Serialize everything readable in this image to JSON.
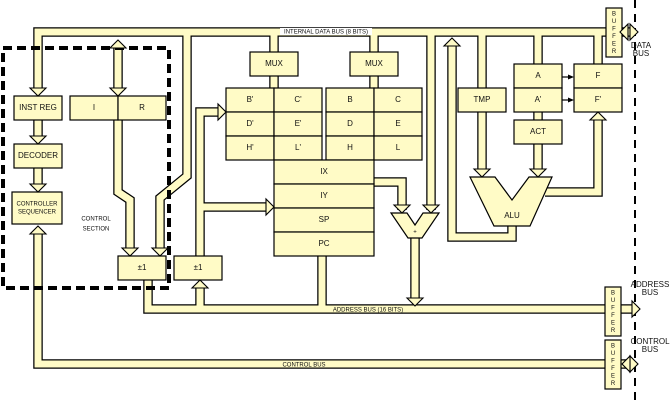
{
  "colors": {
    "fill": "#fffbc6",
    "line": "#000000"
  },
  "buses": {
    "internal_data_bus": "INTERNAL DATA BUS (8 BITS)",
    "address_bus": "ADDRESS BUS (16 BITS)",
    "control_bus": "CONTROL BUS"
  },
  "external": {
    "data_bus": [
      "DATA",
      "BUS"
    ],
    "address_bus": [
      "ADDRESS",
      "BUS"
    ],
    "control_bus": [
      "CONTROL",
      "BUS"
    ],
    "buffer": [
      "B",
      "U",
      "F",
      "F",
      "E",
      "R"
    ]
  },
  "control_section": {
    "label": [
      "CONTROL",
      "SECTION"
    ],
    "inst_reg": "INST REG",
    "decoder": "DECODER",
    "controller": [
      "CONTROLLER",
      "SEQUENCER"
    ],
    "i": "I",
    "r": "R",
    "inc1": "±1",
    "inc2": "±1"
  },
  "registers": {
    "mux1": "MUX",
    "mux2": "MUX",
    "alt": [
      [
        "B'",
        "C'"
      ],
      [
        "D'",
        "E'"
      ],
      [
        "H'",
        "L'"
      ]
    ],
    "main": [
      [
        "B",
        "C"
      ],
      [
        "D",
        "E"
      ],
      [
        "H",
        "L"
      ]
    ],
    "index": [
      "IX",
      "IY",
      "SP",
      "PC"
    ],
    "adder": "+"
  },
  "alu_section": {
    "tmp": "TMP",
    "a": "A",
    "a_alt": "A'",
    "f": "F",
    "f_alt": "F'",
    "act": "ACT",
    "alu": "ALU"
  }
}
